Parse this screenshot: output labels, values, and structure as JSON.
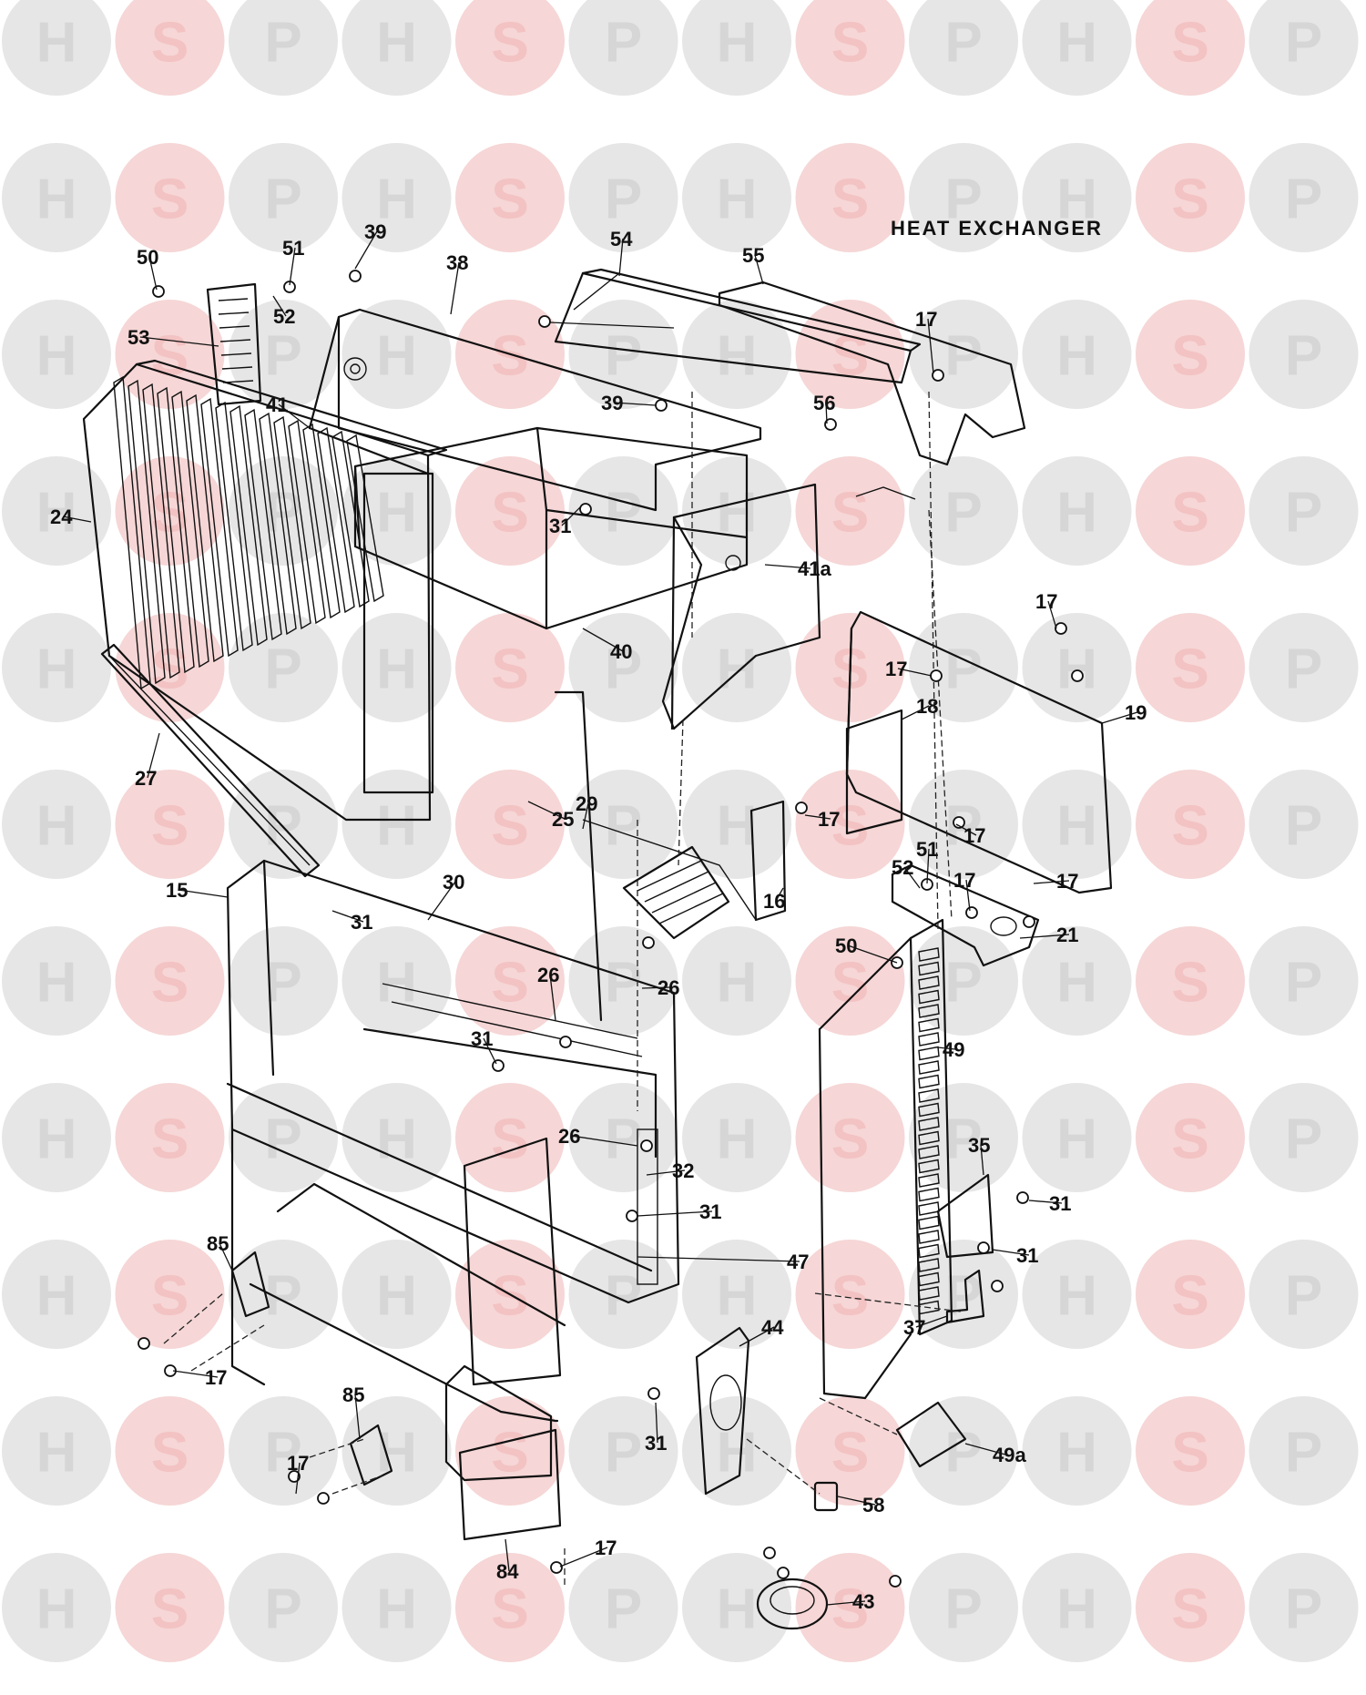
{
  "diagram": {
    "title": "HEAT EXCHANGER",
    "watermark": {
      "letters": [
        "H",
        "S",
        "P"
      ],
      "colors": {
        "H": "#e6e6e6",
        "S": "#f6d6d6",
        "P": "#e6e6e6",
        "S_text": "#f3c2c2",
        "text": "#d6d6d6"
      }
    },
    "callouts": [
      {
        "id": "c-50-top",
        "label": "50"
      },
      {
        "id": "c-51-top",
        "label": "51"
      },
      {
        "id": "c-52-top",
        "label": "52"
      },
      {
        "id": "c-39-top",
        "label": "39"
      },
      {
        "id": "c-38",
        "label": "38"
      },
      {
        "id": "c-54",
        "label": "54"
      },
      {
        "id": "c-55",
        "label": "55"
      },
      {
        "id": "c-17-a",
        "label": "17"
      },
      {
        "id": "c-53",
        "label": "53"
      },
      {
        "id": "c-41",
        "label": "41"
      },
      {
        "id": "c-39-mid",
        "label": "39"
      },
      {
        "id": "c-56",
        "label": "56"
      },
      {
        "id": "c-24",
        "label": "24"
      },
      {
        "id": "c-31-a",
        "label": "31"
      },
      {
        "id": "c-41a",
        "label": "41a"
      },
      {
        "id": "c-17-b",
        "label": "17"
      },
      {
        "id": "c-40",
        "label": "40"
      },
      {
        "id": "c-17-c",
        "label": "17"
      },
      {
        "id": "c-18",
        "label": "18"
      },
      {
        "id": "c-19",
        "label": "19"
      },
      {
        "id": "c-27",
        "label": "27"
      },
      {
        "id": "c-29",
        "label": "29"
      },
      {
        "id": "c-17-d",
        "label": "17"
      },
      {
        "id": "c-25",
        "label": "25"
      },
      {
        "id": "c-17-e",
        "label": "17"
      },
      {
        "id": "c-51-mid",
        "label": "51"
      },
      {
        "id": "c-52-mid",
        "label": "52"
      },
      {
        "id": "c-16",
        "label": "16"
      },
      {
        "id": "c-17-f",
        "label": "17"
      },
      {
        "id": "c-17-g",
        "label": "17"
      },
      {
        "id": "c-15",
        "label": "15"
      },
      {
        "id": "c-30",
        "label": "30"
      },
      {
        "id": "c-21",
        "label": "21"
      },
      {
        "id": "c-31-b",
        "label": "31"
      },
      {
        "id": "c-50-mid",
        "label": "50"
      },
      {
        "id": "c-26-a",
        "label": "26"
      },
      {
        "id": "c-26-b",
        "label": "26"
      },
      {
        "id": "c-31-c",
        "label": "31"
      },
      {
        "id": "c-49",
        "label": "49"
      },
      {
        "id": "c-26-c",
        "label": "26"
      },
      {
        "id": "c-35",
        "label": "35"
      },
      {
        "id": "c-32",
        "label": "32"
      },
      {
        "id": "c-31-d",
        "label": "31"
      },
      {
        "id": "c-31-e",
        "label": "31"
      },
      {
        "id": "c-31-f",
        "label": "31"
      },
      {
        "id": "c-47",
        "label": "47"
      },
      {
        "id": "c-85-a",
        "label": "85"
      },
      {
        "id": "c-44",
        "label": "44"
      },
      {
        "id": "c-37",
        "label": "37"
      },
      {
        "id": "c-17-h",
        "label": "17"
      },
      {
        "id": "c-31-g",
        "label": "31"
      },
      {
        "id": "c-85-b",
        "label": "85"
      },
      {
        "id": "c-49a",
        "label": "49a"
      },
      {
        "id": "c-17-i",
        "label": "17"
      },
      {
        "id": "c-58",
        "label": "58"
      },
      {
        "id": "c-17-j",
        "label": "17"
      },
      {
        "id": "c-84",
        "label": "84"
      },
      {
        "id": "c-43",
        "label": "43"
      }
    ]
  }
}
